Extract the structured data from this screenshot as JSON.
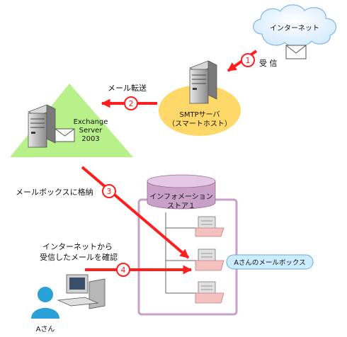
{
  "internet": {
    "label": "インターネット"
  },
  "smtp": {
    "line1": "SMTPサーバ",
    "line2": "（スマートホスト）"
  },
  "exchange": {
    "line1": "Exchange",
    "line2": "Server",
    "line3": "2003"
  },
  "store": {
    "line1": "インフォメーション",
    "line2": "ストア１"
  },
  "mailbox_label": "Aさんのメールボックス",
  "user": {
    "label": "Aさん"
  },
  "steps": [
    {
      "number": "1",
      "label": "受 信"
    },
    {
      "number": "2",
      "label": "メール転送"
    },
    {
      "number": "3",
      "label": "メールボックスに格納"
    },
    {
      "number": "4",
      "label_line1": "インターネットから",
      "label_line2": "受信したメールを確認"
    }
  ],
  "colors": {
    "arrow": "#ff1e1e",
    "exchange_triangle": "#b8f08a",
    "smtp_ellipse": "#ffd86a",
    "store_frame": "#c8a0c8",
    "mailbox_pill": "#ccecff",
    "user_icon": "#2aa0d8"
  }
}
